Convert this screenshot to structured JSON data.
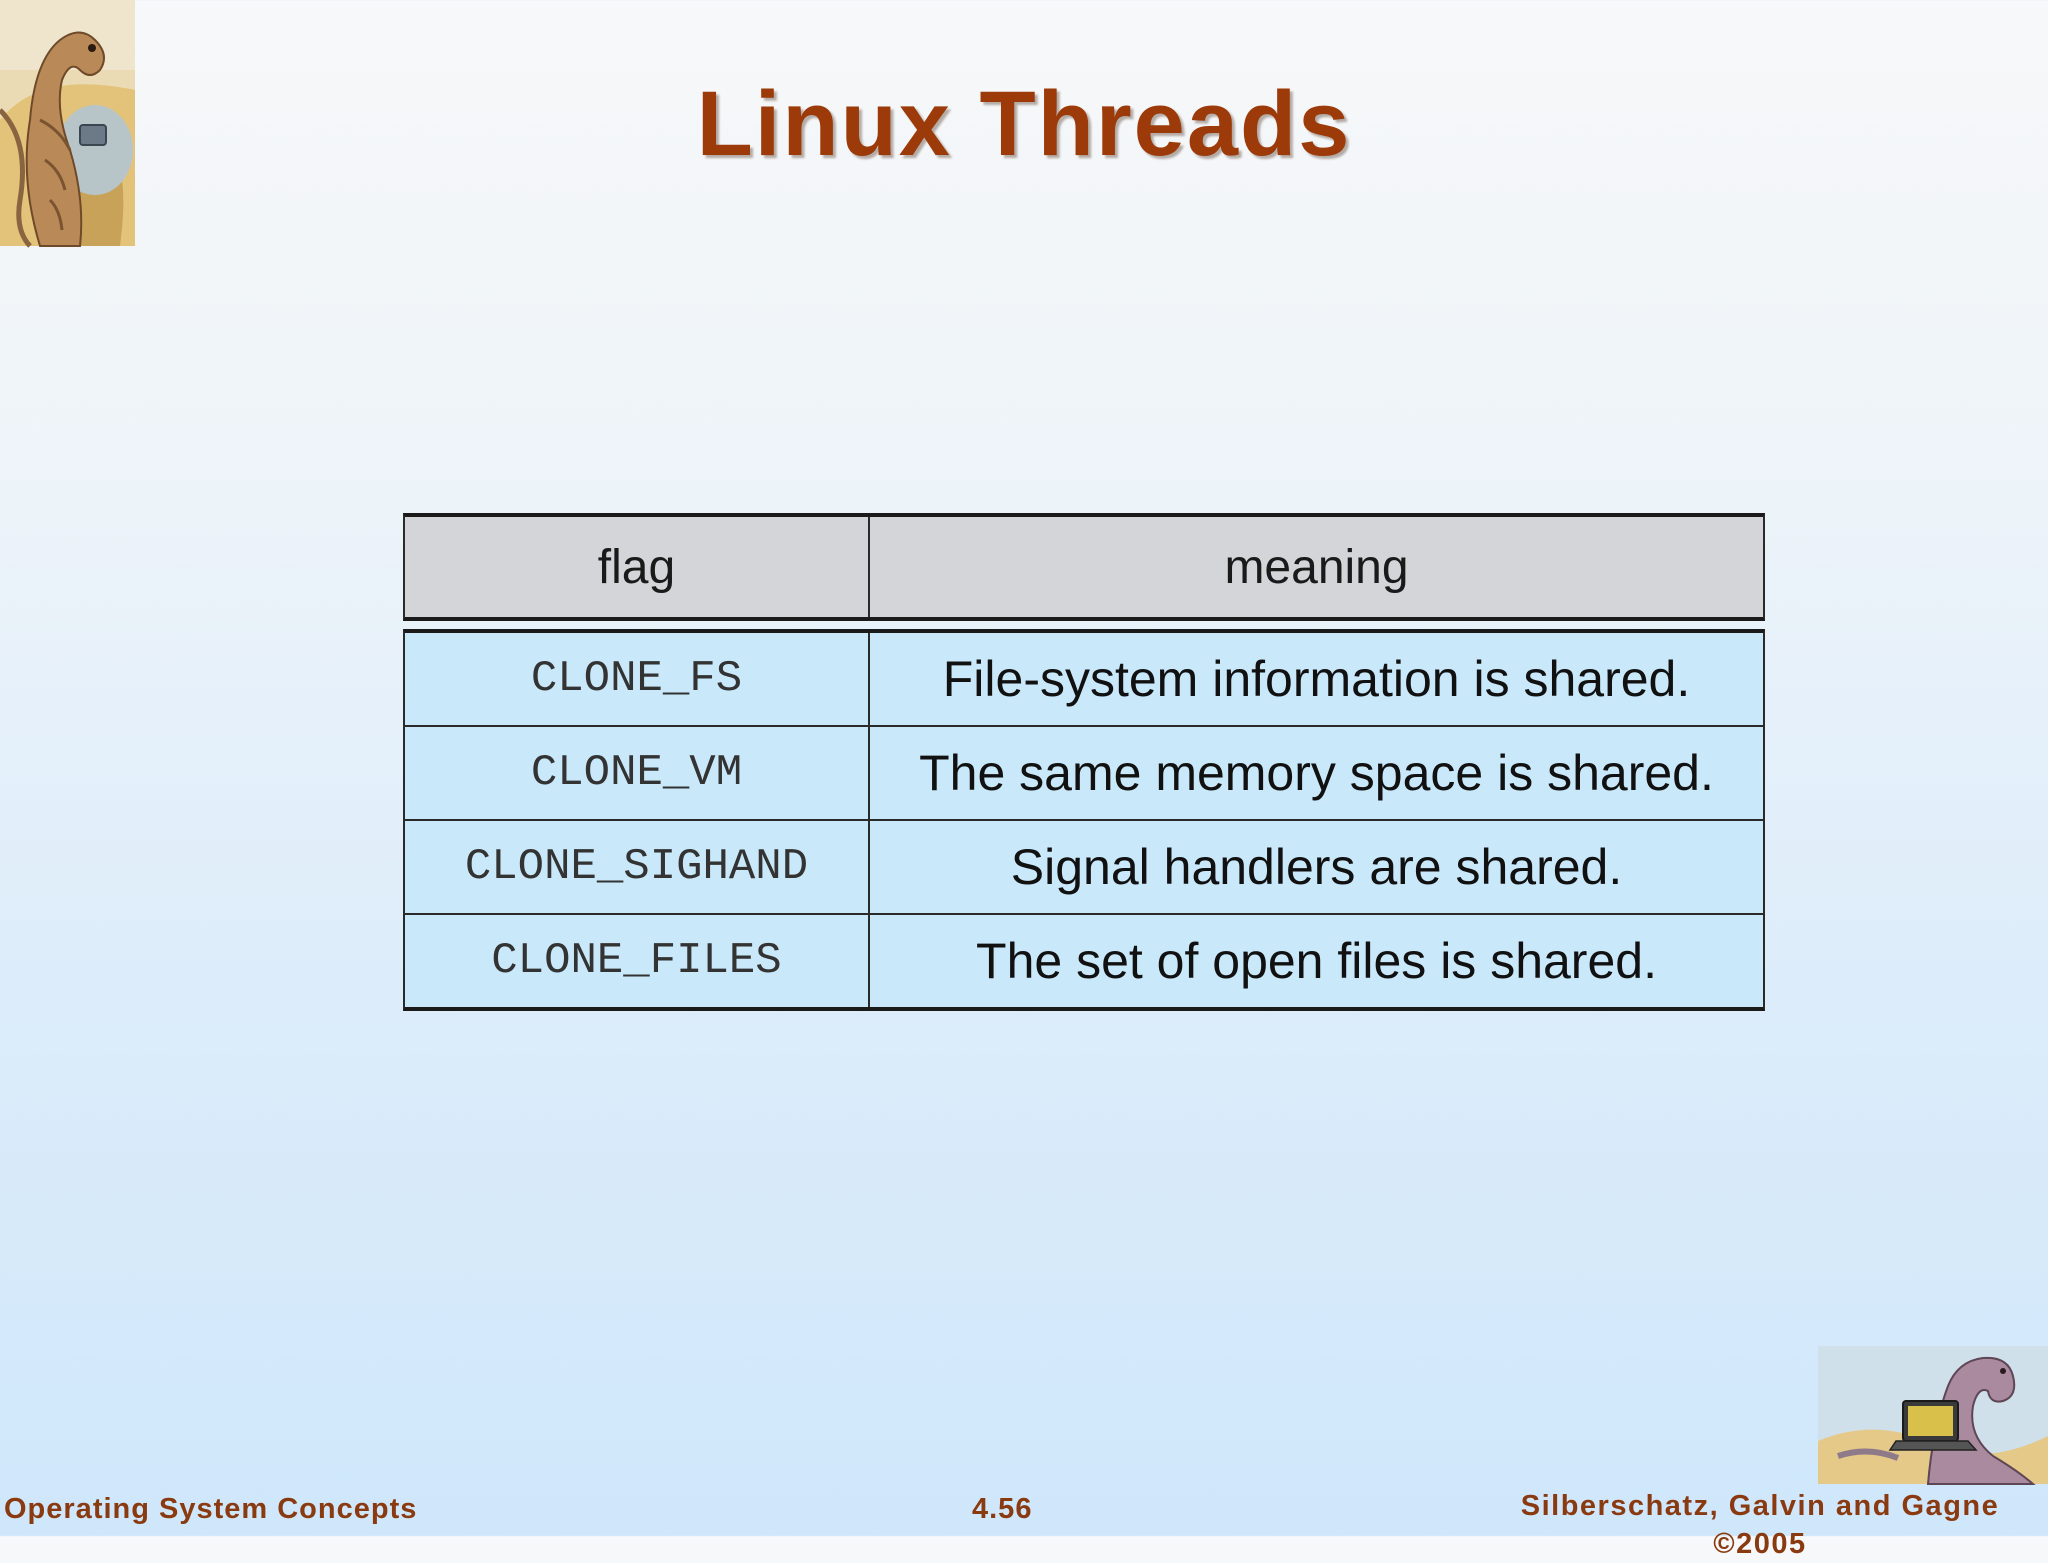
{
  "slide": {
    "title": "Linux Threads"
  },
  "table": {
    "headers": [
      "flag",
      "meaning"
    ],
    "rows": [
      {
        "flag": "CLONE_FS",
        "meaning": "File-system information is shared."
      },
      {
        "flag": "CLONE_VM",
        "meaning": "The same memory space is shared."
      },
      {
        "flag": "CLONE_SIGHAND",
        "meaning": "Signal handlers are shared."
      },
      {
        "flag": "CLONE_FILES",
        "meaning": "The set of open files is shared."
      }
    ]
  },
  "footer": {
    "left": "Operating System Concepts",
    "center": "4.56",
    "right_line1": "Silberschatz, Galvin and Gagne",
    "right_line2": "©2005"
  },
  "colors": {
    "title": "#9c3a09",
    "footer": "#8a3a10",
    "table_header_bg": "#d4d5d8",
    "table_body_bg": "#c9e8fa"
  },
  "icons": {
    "top_left": "dinosaur-illustration-icon",
    "bottom_right": "dinosaur-laptop-illustration-icon"
  }
}
